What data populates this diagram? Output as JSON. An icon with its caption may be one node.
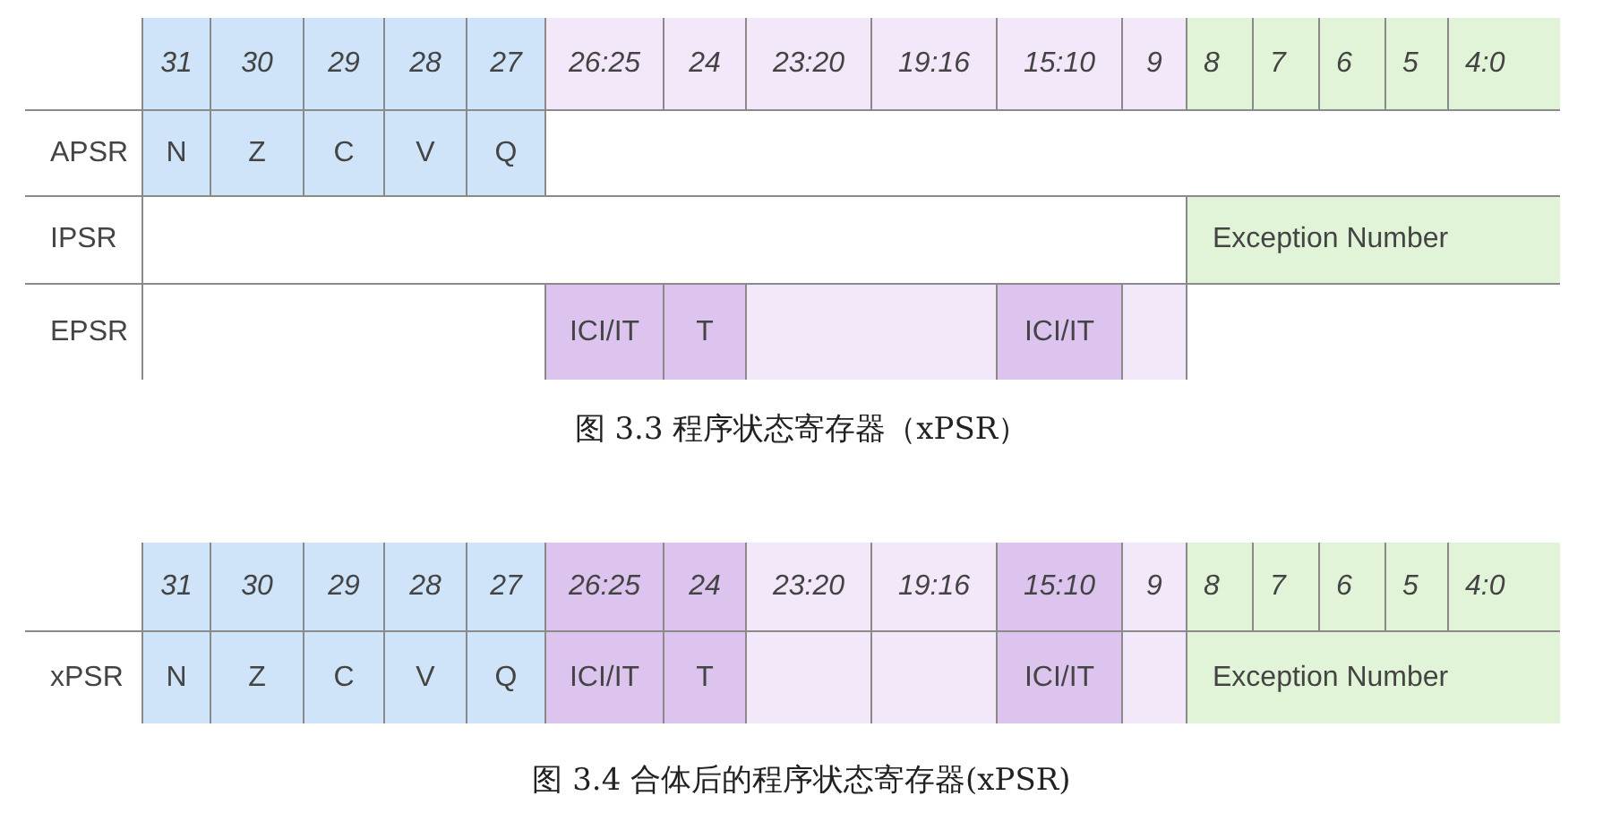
{
  "diagram": {
    "labels": [
      "31",
      "30",
      "29",
      "28",
      "27",
      "26:25",
      "24",
      "23:20",
      "19:16",
      "15:10",
      "9",
      "8",
      "7",
      "6",
      "5",
      "4:0",
      "APSR",
      "N",
      "Z",
      "C",
      "V",
      "Q",
      "IPSR",
      "Exception Number",
      "EPSR",
      "ICI/IT",
      "T",
      "ICI/IT",
      "图 3.3 程序状态寄存器（xPSR）",
      "31",
      "30",
      "29",
      "28",
      "27",
      "26:25",
      "24",
      "23:20",
      "19:16",
      "15:10",
      "9",
      "8",
      "7",
      "6",
      "5",
      "4:0",
      "xPSR",
      "N",
      "Z",
      "C",
      "V",
      "Q",
      "ICI/IT",
      "T",
      "ICI/IT",
      "Exception Number",
      "图 3.4 合体后的程序状态寄存器(xPSR)"
    ]
  }
}
